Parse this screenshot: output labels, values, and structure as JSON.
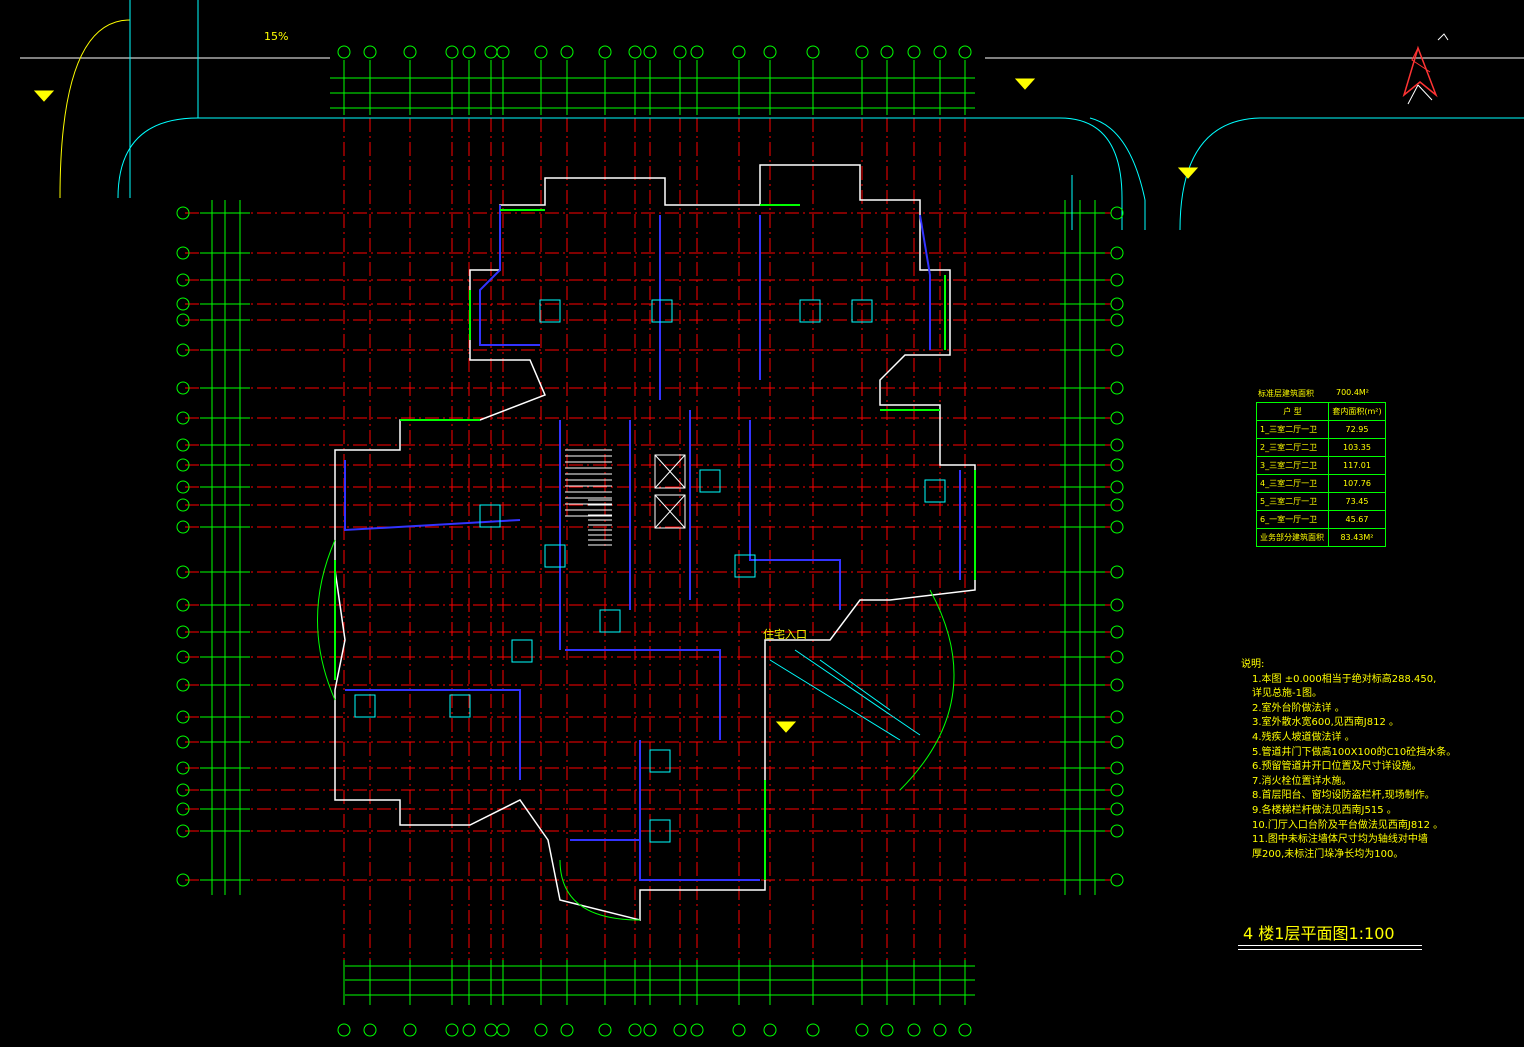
{
  "drawing": {
    "title": "4 楼1层平面图1:100",
    "slope_label": "15%",
    "entrance_label": "住宅入口"
  },
  "area_table": {
    "header_title": "标准层建筑面积",
    "header_value": "700.4M²",
    "col_type": "户 型",
    "col_area": "套内面积(m²)",
    "rows": [
      {
        "type": "1_三室二厅一卫",
        "area": "72.95"
      },
      {
        "type": "2_三室二厅二卫",
        "area": "103.35"
      },
      {
        "type": "3_三室二厅二卫",
        "area": "117.01"
      },
      {
        "type": "4_三室二厅一卫",
        "area": "107.76"
      },
      {
        "type": "5_三室二厅一卫",
        "area": "73.45"
      },
      {
        "type": "6_一室一厅一卫",
        "area": "45.67"
      }
    ],
    "footer_label": "业务部分建筑面积",
    "footer_value": "83.43M²"
  },
  "notes": {
    "heading": "说明:",
    "items": [
      "1.本图    ±0.000相当于绝对标高288.450,",
      "   详见总施-1图。",
      "2.室外台阶做法详    。",
      "3.室外散水宽600,见西南J812    。",
      "4.残疾人坡道做法详    。",
      "5.管道井门下做高100X100的C10砼挡水条。",
      "6.预留管道井开口位置及尺寸详设施。",
      "7.消火栓位置详水施。",
      "8.首层阳台、窗均设防盗栏杆,现场制作。",
      "9.各楼梯栏杆做法见西南J515    。",
      "10.门厅入口台阶及平台做法见西南J812    。",
      "11.图中未标注墙体尺寸均为轴线对中墙",
      "   厚200,未标注门垛净长均为100。"
    ]
  },
  "colors": {
    "background": "#000000",
    "axis_lines": "#ff0000",
    "walls": "#ffffff",
    "windows": "#00ff00",
    "partitions": "#3333ff",
    "fixtures": "#00ffff",
    "text": "#ffff00",
    "dimensions": "#00ff00"
  }
}
